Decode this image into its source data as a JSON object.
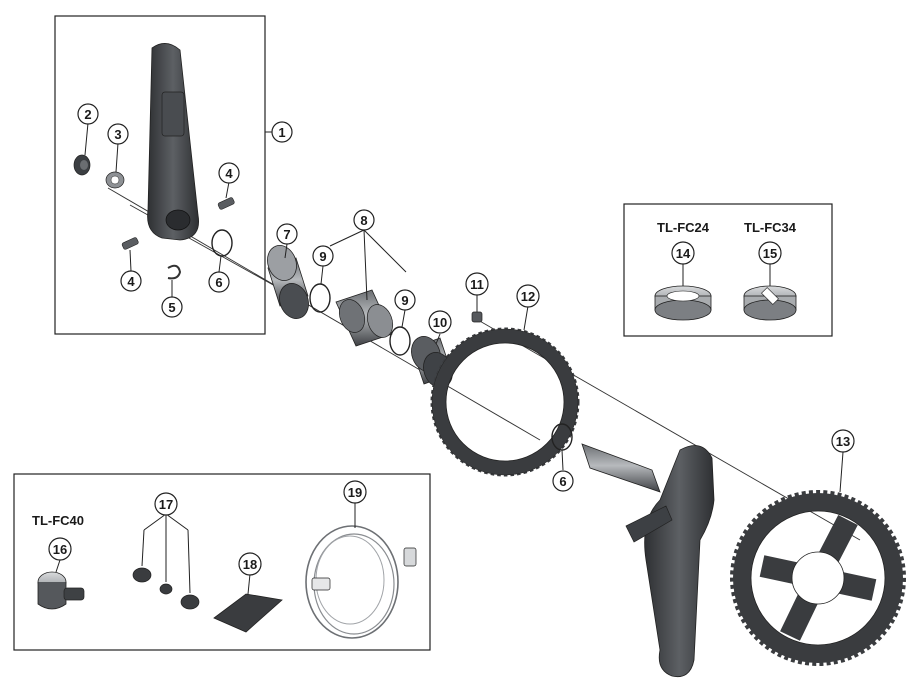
{
  "callouts": {
    "c1": "1",
    "c2": "2",
    "c3": "3",
    "c4a": "4",
    "c4b": "4",
    "c5": "5",
    "c6a": "6",
    "c6b": "6",
    "c7": "7",
    "c8": "8",
    "c9a": "9",
    "c9b": "9",
    "c10": "10",
    "c11": "11",
    "c12": "12",
    "c13": "13",
    "c14": "14",
    "c15": "15",
    "c16": "16",
    "c17": "17",
    "c18": "18",
    "c19": "19"
  },
  "tools": {
    "tl_fc24": "TL-FC24",
    "tl_fc34": "TL-FC34",
    "tl_fc40": "TL-FC40"
  },
  "colors": {
    "part_dark": "#3a3c3f",
    "part_mid": "#5b5e62",
    "part_light": "#9a9da1",
    "outline": "#222222",
    "callout_fill": "#ffffff"
  }
}
